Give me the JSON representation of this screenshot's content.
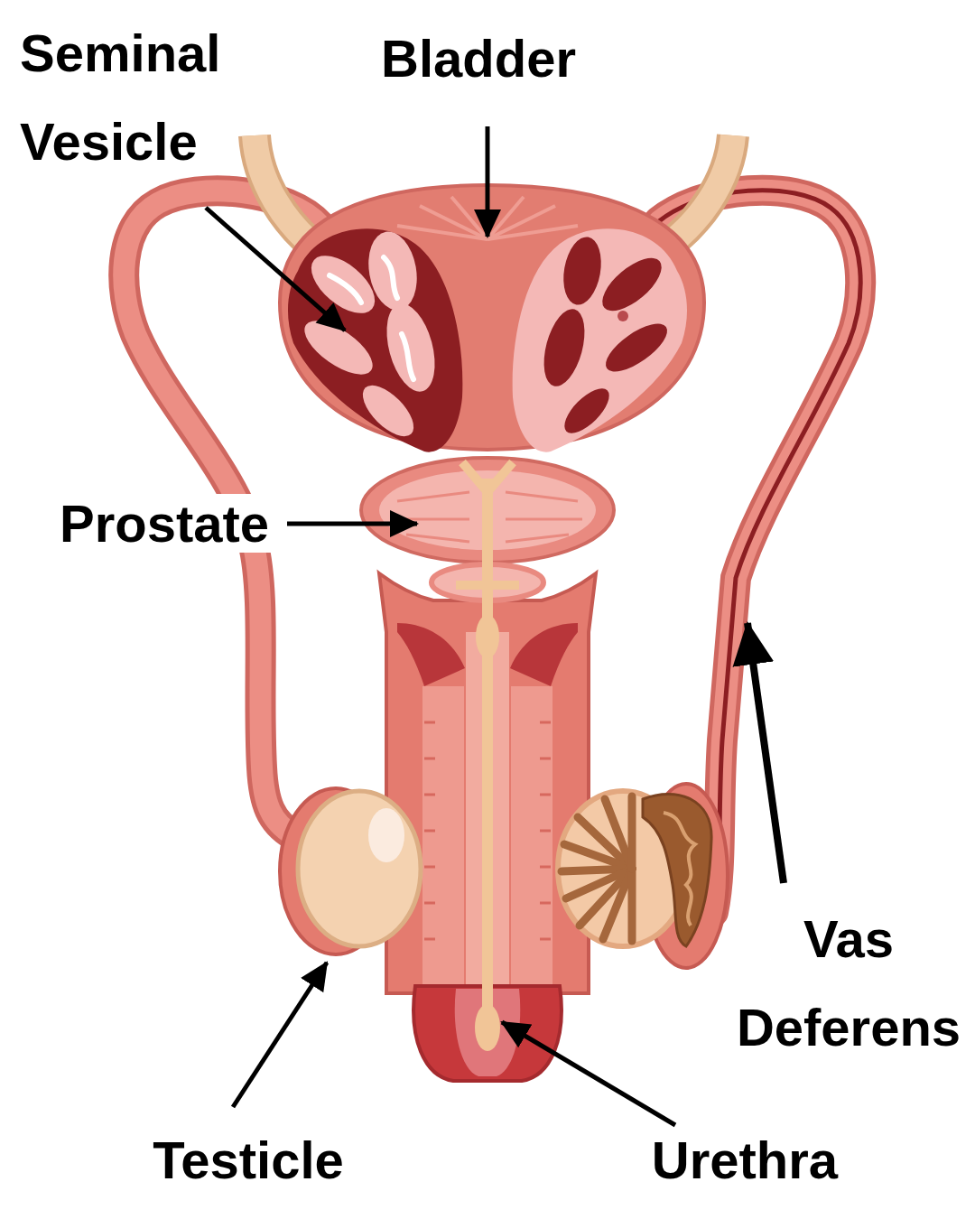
{
  "diagram": {
    "labels": [
      "Seminal Vesicle",
      "Bladder",
      "Prostate",
      "Vas Deferens",
      "Testicle",
      "Urethra"
    ]
  }
}
